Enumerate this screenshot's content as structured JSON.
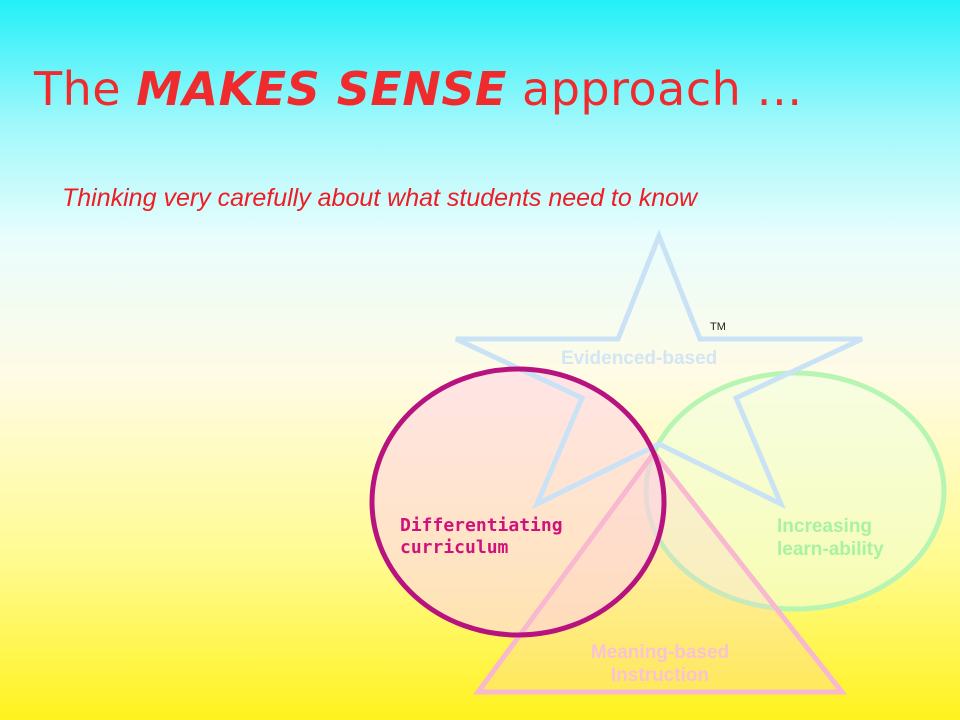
{
  "slide": {
    "title_prefix": "The ",
    "title_emphasis": "MAKES SENSE",
    "title_suffix": " approach …",
    "subtitle": "Thinking very carefully about what students need to know"
  },
  "diagram": {
    "trademark": "TM",
    "star_label": "Evidenced-based",
    "left_circle_line1": "Differentiating",
    "left_circle_line2": "curriculum",
    "right_circle_line1": "Increasing",
    "right_circle_line2": "learn-ability",
    "triangle_line1": "Meaning-based",
    "triangle_line2": "Instruction"
  },
  "colors": {
    "title": "#ef2b2d",
    "subtitle": "#ee1c24",
    "star_outline": "#c9e2f6",
    "left_circle_outline": "#b7137f",
    "right_circle_outline": "#b7f5b3",
    "triangle_outline": "#f7b8d0"
  }
}
